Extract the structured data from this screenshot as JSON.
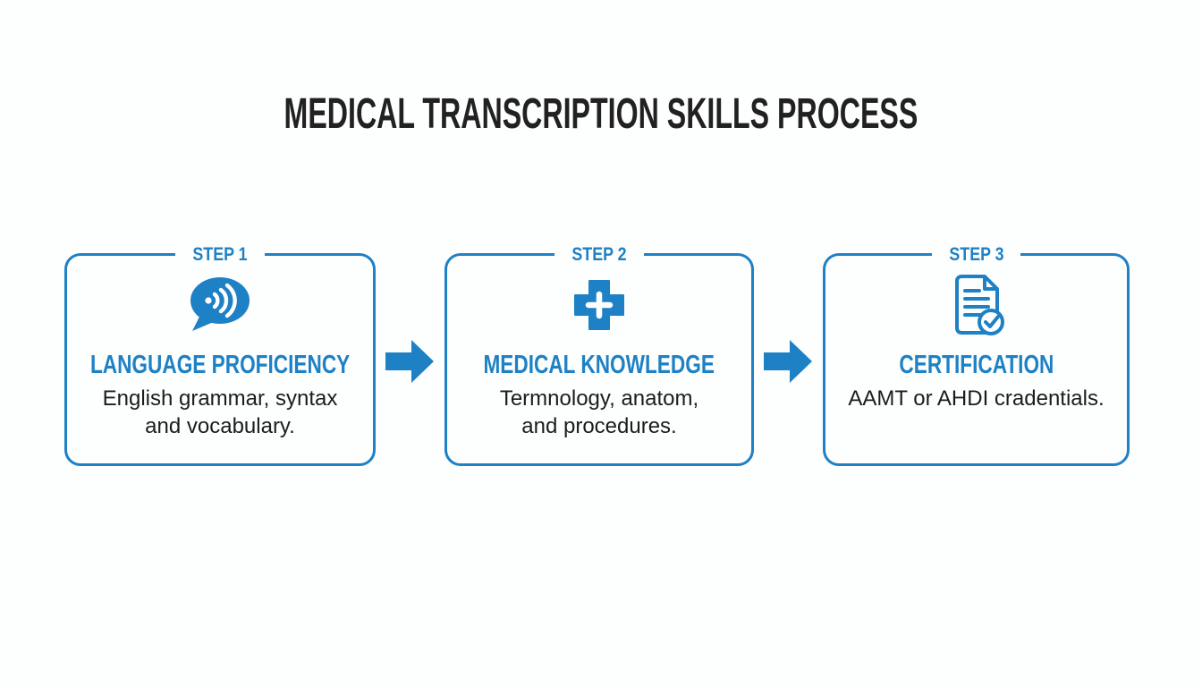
{
  "page": {
    "title": "MEDICAL TRANSCRIPTION SKILLS PROCESS",
    "background_color": "#fdfefe",
    "accent_color": "#1e81c5",
    "title_color": "#212121",
    "body_text_color": "#1c1c1c"
  },
  "steps": [
    {
      "label": "STEP 1",
      "icon": "speech-bubble-sound-icon",
      "heading": "LANGUAGE PROFICIENCY",
      "body": "English grammar, syntax\nand vocabulary."
    },
    {
      "label": "STEP 2",
      "icon": "medical-cross-icon",
      "heading": "MEDICAL KNOWLEDGE",
      "body": "Termnology, anatom,\nand procedures."
    },
    {
      "label": "STEP 3",
      "icon": "document-check-icon",
      "heading": "CERTIFICATION",
      "body": "AAMT or AHDI cradentials."
    }
  ]
}
